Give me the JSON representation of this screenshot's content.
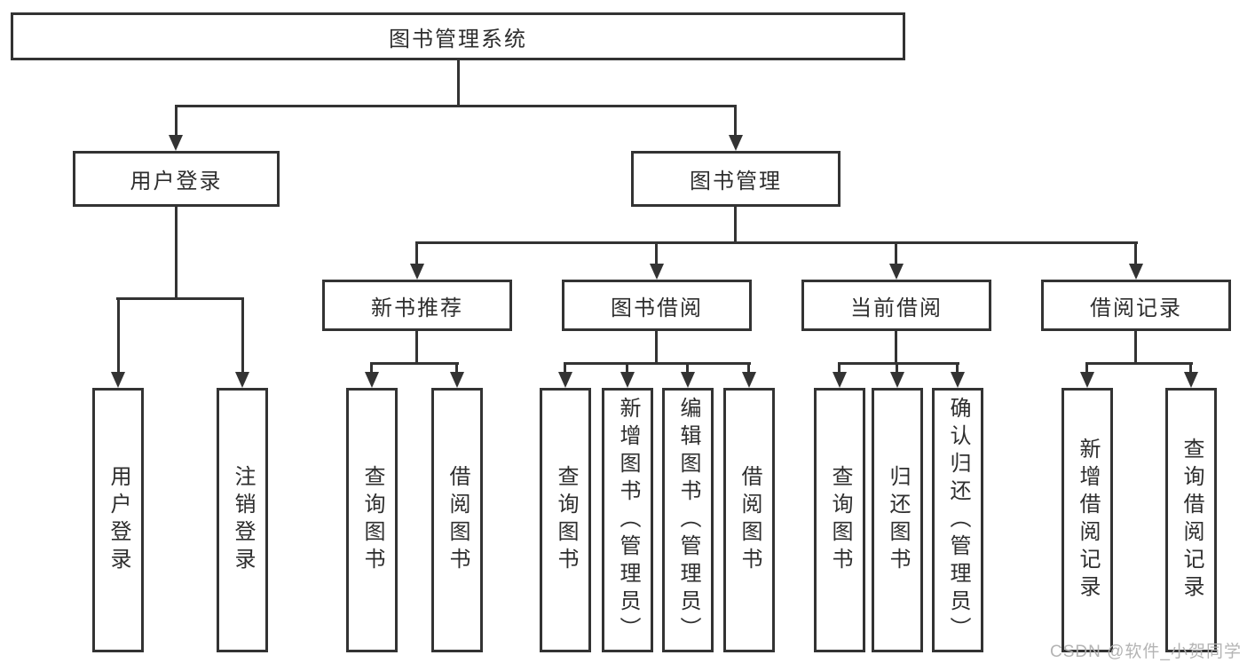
{
  "diagram": {
    "type": "hierarchy-diagram",
    "line_color": "#333333",
    "background_color": "#ffffff",
    "nodes": {
      "root": "图书管理系统",
      "user_login": "用户登录",
      "book_mgmt": "图书管理",
      "new_book": "新书推荐",
      "book_borrow": "图书借阅",
      "current_borrow": "当前借阅",
      "borrow_record": "借阅记录",
      "ul_leaves": [
        "用户登录",
        "注销登录"
      ],
      "nb_leaves": [
        "查询图书",
        "借阅图书"
      ],
      "bb_leaves": [
        "查询图书",
        "新增图书（管理员）",
        "编辑图书（管理员）",
        "借阅图书"
      ],
      "cb_leaves": [
        "查询图书",
        "归还图书",
        "确认归还（管理员）"
      ],
      "br_leaves": [
        "新增借阅记录",
        "查询借阅记录"
      ]
    },
    "watermark": "CSDN @软件_小贺同学"
  }
}
